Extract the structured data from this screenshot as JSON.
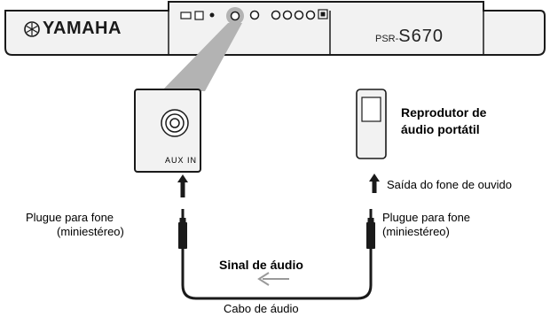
{
  "instrument": {
    "brand": "YAMAHA",
    "model_prefix": "PSR-",
    "model_suffix": "S670"
  },
  "input_jack": {
    "label": "AUX IN"
  },
  "device": {
    "title_line1": "Reprodutor de",
    "title_line2": "áudio portátil",
    "output_label": "Saída do fone de ouvido"
  },
  "plug_left": {
    "line1": "Plugue para fone",
    "line2": "(miniestéreo)"
  },
  "plug_right": {
    "line1": "Plugue para fone",
    "line2": "(miniestéreo)"
  },
  "signal_label": "Sinal de áudio",
  "cable_label": "Cabo de áudio",
  "colors": {
    "stroke": "#1a1a1a",
    "panel_fill": "#f2f2f2",
    "highlight": "#b3b3b3",
    "arrow_gray": "#9a9a9a"
  }
}
